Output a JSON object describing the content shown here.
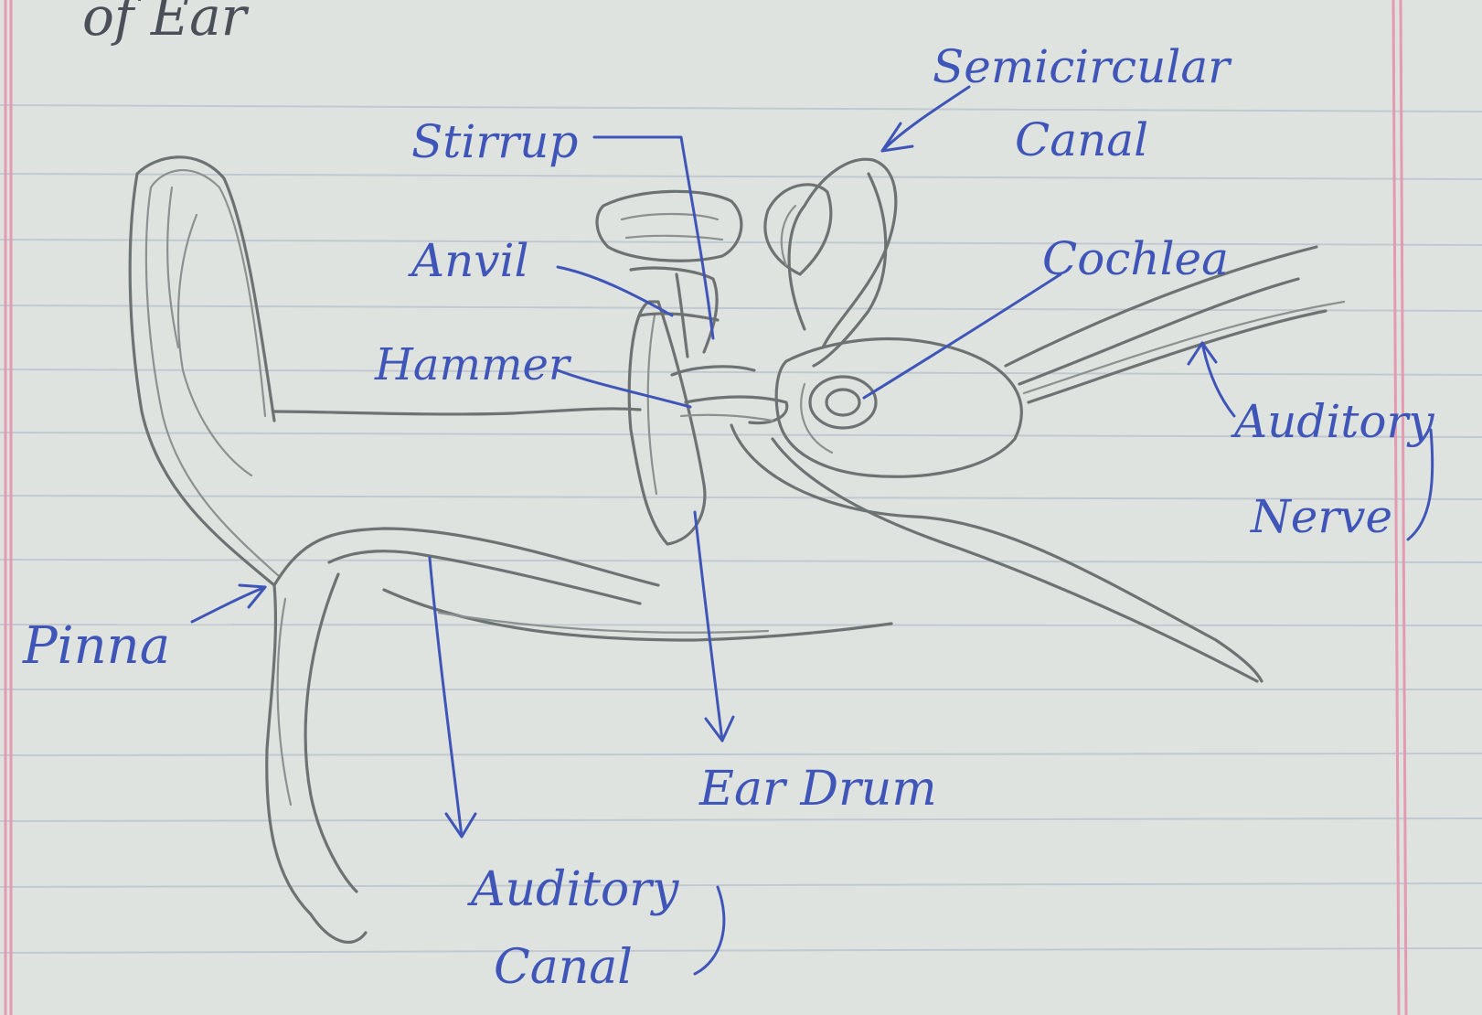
{
  "heading": {
    "text": "of Ear"
  },
  "labels": {
    "stirrup": "Stirrup",
    "semicircular_canal_1": "Semicircular",
    "semicircular_canal_2": "Canal",
    "anvil": "Anvil",
    "cochlea": "Cochlea",
    "hammer": "Hammer",
    "auditory_nerve_1": "Auditory",
    "auditory_nerve_2": "Nerve",
    "pinna": "Pinna",
    "ear_drum": "Ear Drum",
    "auditory_canal_1": "Auditory",
    "auditory_canal_2": "Canal"
  },
  "colors": {
    "paper": "#dfe3df",
    "rule_lines": "#c2c8d0",
    "margin_line": "#e39ab2",
    "pencil": "#6d7273",
    "ink": "#3f55b8"
  }
}
